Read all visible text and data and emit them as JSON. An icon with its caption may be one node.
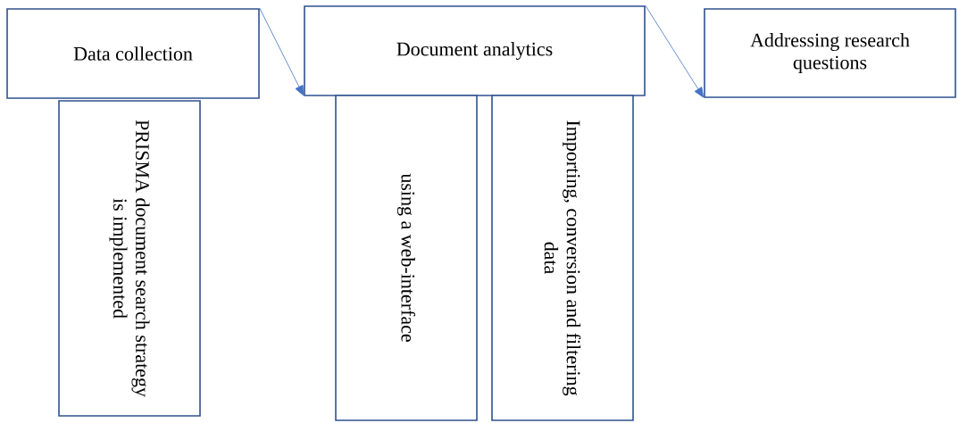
{
  "diagram": {
    "nodes": [
      {
        "text": [
          "Data collection"
        ]
      },
      {
        "text": [
          "Document analytics"
        ]
      },
      {
        "text": [
          "Addressing research questions"
        ]
      },
      {
        "text": [
          "PRISMA document search strategy is implemented"
        ]
      },
      {
        "text": [
          "using a web-interface"
        ]
      },
      {
        "text": [
          "Importing, conversion and filtering data"
        ]
      }
    ],
    "edges": [
      {
        "from": 0,
        "to": 1,
        "arrow": "to"
      },
      {
        "from": 1,
        "to": 2,
        "arrow": "to"
      }
    ]
  }
}
